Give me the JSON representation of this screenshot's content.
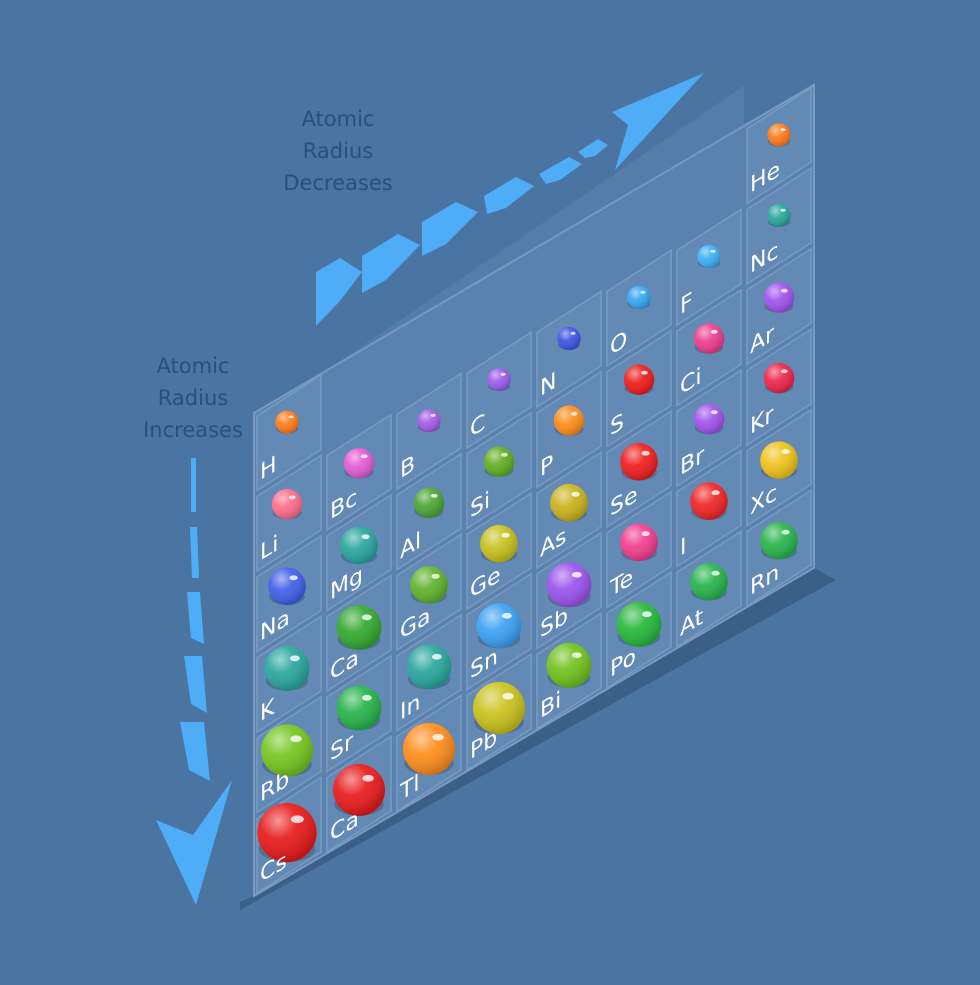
{
  "labels": {
    "decreases": [
      "Atomic",
      "Radius",
      "Decreases"
    ],
    "increases": [
      "Atomic",
      "Radius",
      "Increases"
    ]
  },
  "colors": {
    "background": "#4a74a2",
    "arrow": "#4facf6",
    "board_face": "#5e85b0",
    "board_side": "#3c5f88",
    "grid_lines": "#7a9bc1",
    "cell_text": "#ffffff",
    "axis_text": "#2c4f7a"
  },
  "table": {
    "columns": [
      {
        "elements": [
          {
            "symbol": "H",
            "color": "#ff7a1a",
            "size": 1
          },
          {
            "symbol": "Li",
            "color": "#ff6b8a",
            "size": 2
          },
          {
            "symbol": "Na",
            "color": "#3f5ee8",
            "size": 3
          },
          {
            "symbol": "K",
            "color": "#27a69c",
            "size": 4
          },
          {
            "symbol": "Rb",
            "color": "#74c520",
            "size": 5
          },
          {
            "symbol": "Cs",
            "color": "#e81919",
            "size": 6
          }
        ]
      },
      {
        "elements": [
          {
            "symbol": "Bc",
            "color": "#e35ad6",
            "size": 2
          },
          {
            "symbol": "Mg",
            "color": "#27a69c",
            "size": 3
          },
          {
            "symbol": "Ca",
            "color": "#32a82f",
            "size": 4
          },
          {
            "symbol": "Sr",
            "color": "#26b34a",
            "size": 4
          },
          {
            "symbol": "Ca",
            "color": "#e81919",
            "size": 5
          }
        ]
      },
      {
        "elements": [
          {
            "symbol": "B",
            "color": "#a45ae6",
            "size": 1
          },
          {
            "symbol": "Al",
            "color": "#4aa532",
            "size": 2
          },
          {
            "symbol": "Ga",
            "color": "#5fb32c",
            "size": 3
          },
          {
            "symbol": "In",
            "color": "#27a69c",
            "size": 4
          },
          {
            "symbol": "Tl",
            "color": "#ff8c1a",
            "size": 5
          }
        ]
      },
      {
        "elements": [
          {
            "symbol": "C",
            "color": "#9a5aec",
            "size": 1
          },
          {
            "symbol": "Si",
            "color": "#5fae1f",
            "size": 2
          },
          {
            "symbol": "Ge",
            "color": "#c7c01e",
            "size": 3
          },
          {
            "symbol": "Sn",
            "color": "#3aa0f5",
            "size": 4
          },
          {
            "symbol": "Pb",
            "color": "#c9c21a",
            "size": 5
          }
        ]
      },
      {
        "elements": [
          {
            "symbol": "N",
            "color": "#3d52e6",
            "size": 1
          },
          {
            "symbol": "P",
            "color": "#ff8c1a",
            "size": 2
          },
          {
            "symbol": "As",
            "color": "#c9b21a",
            "size": 3
          },
          {
            "symbol": "Sb",
            "color": "#9a52ec",
            "size": 4
          },
          {
            "symbol": "Bi",
            "color": "#6fc21a",
            "size": 4
          }
        ]
      },
      {
        "elements": [
          {
            "symbol": "O",
            "color": "#34a6f5",
            "size": 1
          },
          {
            "symbol": "S",
            "color": "#ee1c1c",
            "size": 2
          },
          {
            "symbol": "Se",
            "color": "#ee1c1c",
            "size": 3
          },
          {
            "symbol": "Te",
            "color": "#f23c8e",
            "size": 3
          },
          {
            "symbol": "Po",
            "color": "#26b83a",
            "size": 4
          }
        ]
      },
      {
        "elements": [
          {
            "symbol": "F",
            "color": "#3aaef5",
            "size": 1
          },
          {
            "symbol": "Ci",
            "color": "#ec3c8e",
            "size": 2
          },
          {
            "symbol": "Br",
            "color": "#a052ec",
            "size": 2
          },
          {
            "symbol": "I",
            "color": "#ee2424",
            "size": 3
          },
          {
            "symbol": "At",
            "color": "#26b34a",
            "size": 3
          }
        ]
      },
      {
        "elements": [
          {
            "symbol": "He",
            "color": "#ff7a1a",
            "size": 1
          },
          {
            "symbol": "Nc",
            "color": "#26a69c",
            "size": 1
          },
          {
            "symbol": "Ar",
            "color": "#a052ec",
            "size": 2
          },
          {
            "symbol": "Kr",
            "color": "#ee2448",
            "size": 2
          },
          {
            "symbol": "Xc",
            "color": "#f0c21a",
            "size": 3
          },
          {
            "symbol": "Rn",
            "color": "#26b34a",
            "size": 3
          }
        ]
      }
    ]
  }
}
